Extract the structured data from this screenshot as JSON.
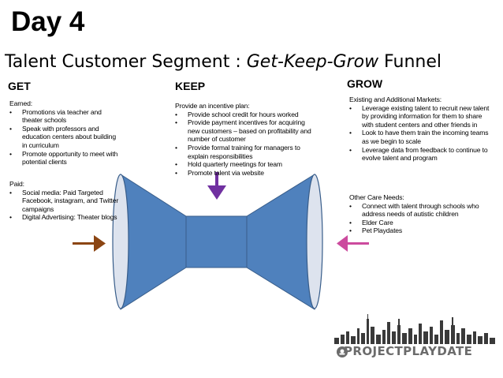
{
  "title": "Day 4",
  "subtitle": {
    "prefix": "Talent Customer Segment : ",
    "emphasis": "Get-Keep-Grow",
    "suffix": " Funnel"
  },
  "columns": {
    "get": {
      "heading": "GET",
      "earned_intro": "Earned:",
      "earned_items": [
        "Promotions via teacher and theater schools",
        "Speak with professors and education centers about building in curriculum",
        "Promote opportunity to meet with potential clients"
      ],
      "paid_intro": "Paid:",
      "paid_items": [
        "Social media: Paid Targeted Facebook, instagram, and Twitter campaigns",
        "Digital Advertising: Theater blogs"
      ]
    },
    "keep": {
      "heading": "KEEP",
      "intro": "Provide an incentive plan:",
      "items": [
        "Provide school credit for hours worked",
        "Provide payment incentives for acquiring new customers – based on profitability and number of customer",
        "Provide formal training for managers to explain responsibilities",
        "Hold quarterly meetings for team",
        "Promote talent via website"
      ]
    },
    "grow": {
      "heading": "GROW",
      "existing_intro": "Existing and Additional Markets:",
      "existing_items": [
        "Leverage existing talent to recruit new talent by providing information for them to share with student centers and other friends in",
        "Look to have them train the incoming teams as we begin to scale",
        "Leverage data from feedback to continue to evolve talent and program"
      ],
      "other_intro": "Other Care Needs:",
      "other_items": [
        "Connect with talent through schools who address needs of autistic children",
        "Elder Care",
        "Pet Playdates"
      ]
    }
  },
  "funnel": {
    "body_color": "#4f81bd",
    "body_stroke": "#385d8a",
    "ellipse_color": "#dde3ee",
    "arrows": {
      "left": {
        "color": "#8b4513",
        "direction": "right"
      },
      "top": {
        "color": "#7030a0",
        "direction": "down"
      },
      "right": {
        "color": "#cc4b9e",
        "direction": "left"
      }
    }
  },
  "logo": {
    "text": "PROJECTPLAYDATE",
    "color": "#6b6b6b"
  }
}
